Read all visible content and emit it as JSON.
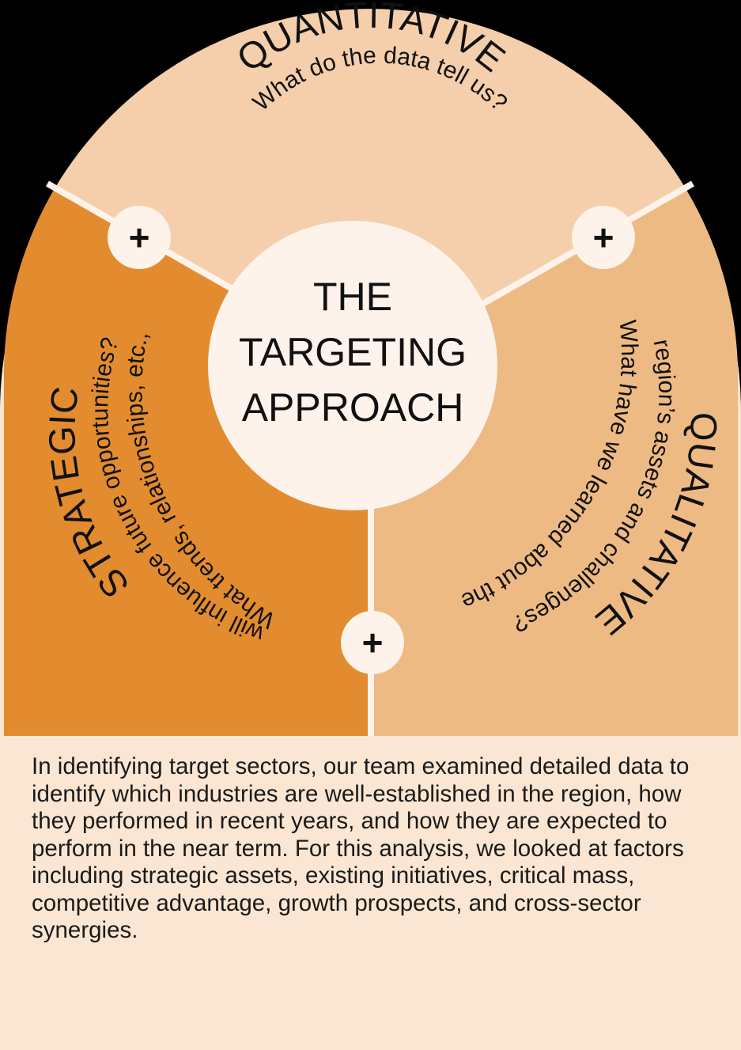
{
  "center": {
    "lines": [
      "THE",
      "TARGETING",
      "APPROACH"
    ]
  },
  "segments": {
    "quantitative": {
      "title": "QUANTITATIVE",
      "question": "What do the data tell us?"
    },
    "strategic": {
      "title": "STRATEGIC",
      "question_lines": [
        "What trends, relationships, etc.,",
        "will influence future opportunities?"
      ]
    },
    "qualitative": {
      "title": "QUALITATIVE",
      "question_lines": [
        "What have we learned about the",
        "region’s assets and challenges?"
      ]
    }
  },
  "plus_symbol": "+",
  "description": "In identifying target sectors, our team examined detailed data to identify which industries are well-established in the region, how they performed in recent years, and how they are expected to perform in the near term. For this analysis, we looked at factors including strategic assets, existing initiatives, critical mass, competitive advantage, growth prospects, and cross-sector synergies.",
  "colors": {
    "background": "#FAE6D2",
    "quantitative": "#F5CFAB",
    "strategic": "#E38C2F",
    "qualitative": "#EEBA84",
    "center_circle": "#FDF3EA",
    "plus_circle": "#FDF3EA",
    "divider": "#FDF3EA"
  }
}
